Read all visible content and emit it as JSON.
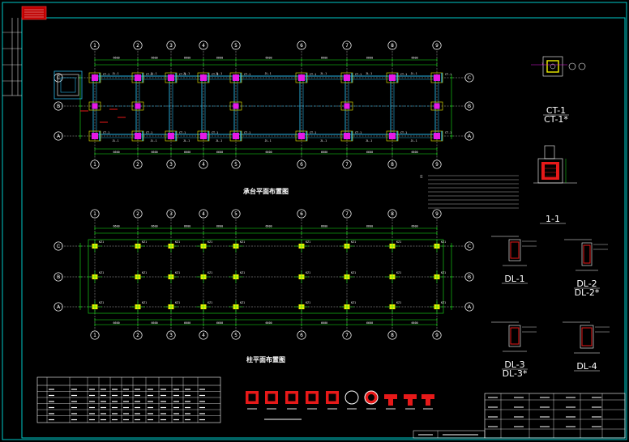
{
  "drawing": {
    "plan_top_title": "承台平面布置图",
    "plan_bottom_title": "柱平面布置图",
    "grid_cols": [
      "1",
      "2",
      "3",
      "4",
      "5",
      "6",
      "7",
      "8",
      "9"
    ],
    "grid_rows": [
      "C",
      "B",
      "A"
    ],
    "section_labels": {
      "ct1": "CT-1",
      "ct1_sub": "CT-1*",
      "s11": "1-1",
      "dl1": "DL-1",
      "dl2": "DL-2",
      "dl2_sub": "DL-2*",
      "dl3": "DL-3",
      "dl3_sub": "DL-3*",
      "dl4": "DL-4"
    },
    "ct_marker": "1"
  },
  "colors": {
    "background": "#000000",
    "frame": "#00c8c8",
    "grid_green": "#19e619",
    "beam_cyan": "#29b6e8",
    "column_magenta": "#e619e6",
    "column_yellow": "#f0f000",
    "rebar_red": "#e61919",
    "bubble_white": "#ffffff"
  }
}
